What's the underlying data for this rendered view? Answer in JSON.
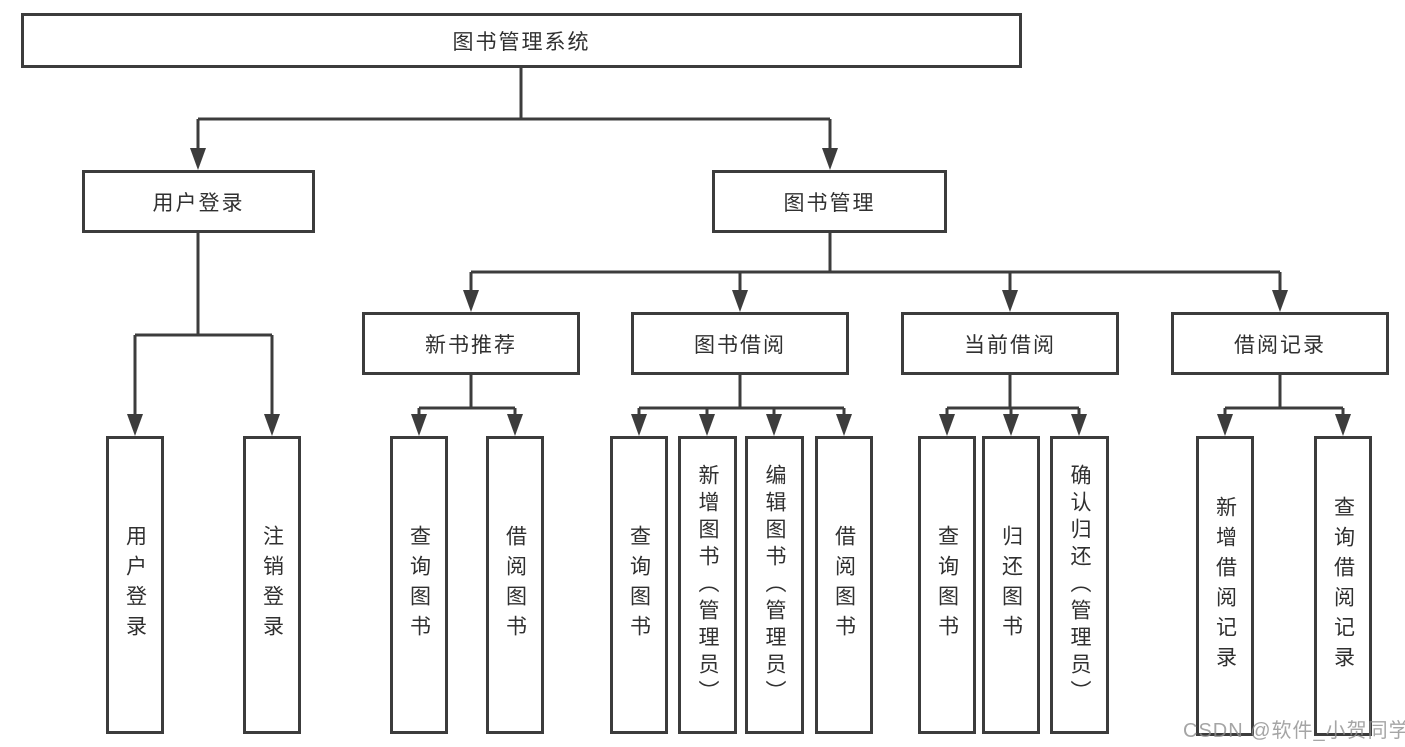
{
  "diagram_type": "functional-structure-tree",
  "tree": {
    "label": "图书管理系统",
    "children": [
      {
        "label": "用户登录",
        "children": [
          {
            "label": "用户登录"
          },
          {
            "label": "注销登录"
          }
        ]
      },
      {
        "label": "图书管理",
        "children": [
          {
            "label": "新书推荐",
            "children": [
              {
                "label": "查询图书"
              },
              {
                "label": "借阅图书"
              }
            ]
          },
          {
            "label": "图书借阅",
            "children": [
              {
                "label": "查询图书"
              },
              {
                "label": "新增图书（管理员）"
              },
              {
                "label": "编辑图书（管理员）"
              },
              {
                "label": "借阅图书"
              }
            ]
          },
          {
            "label": "当前借阅",
            "children": [
              {
                "label": "查询图书"
              },
              {
                "label": "归还图书"
              },
              {
                "label": "确认归还（管理员）"
              }
            ]
          },
          {
            "label": "借阅记录",
            "children": [
              {
                "label": "新增借阅记录"
              },
              {
                "label": "查询借阅记录"
              }
            ]
          }
        ]
      }
    ]
  },
  "watermark": {
    "text": "CSDN @软件_小贺同学"
  },
  "colors": {
    "line": "#3c3c3c",
    "text": "#303030",
    "watermark": "#8f8f8f",
    "background": "#ffffff"
  }
}
